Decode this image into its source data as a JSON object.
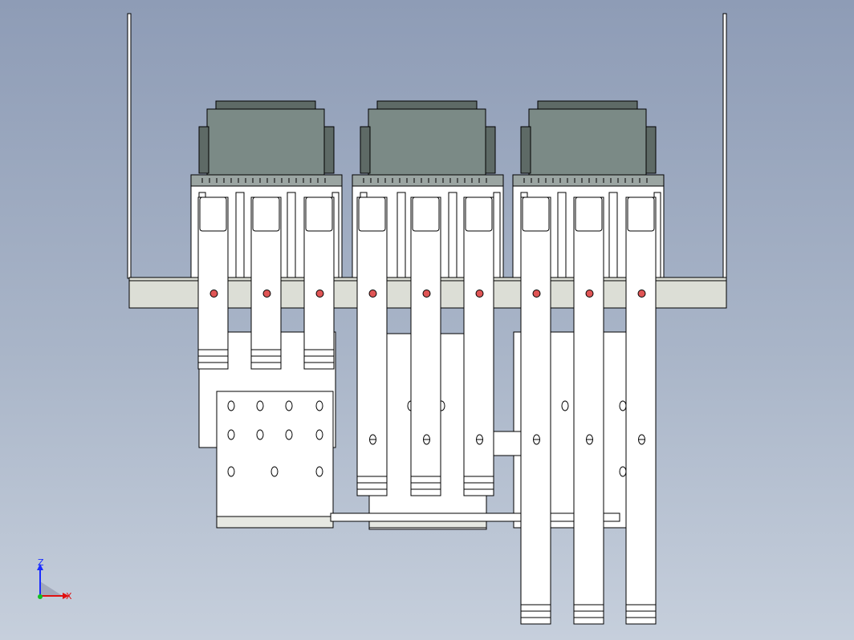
{
  "canvas": {
    "background_top": "#8e9cb6",
    "background_bottom": "#c6cfdc"
  },
  "colors": {
    "line": "#000000",
    "part_fill": "#ffffff",
    "relay_body": "#7b8a86",
    "relay_dark": "#5e6a66",
    "rail": "#dcded6",
    "screw": "#e05555"
  },
  "triad": {
    "z_label": "Z",
    "x_label": "X"
  },
  "model": {
    "breaker_count": 3,
    "pole_count_per_breaker": 3,
    "terminal_plates": 2
  }
}
